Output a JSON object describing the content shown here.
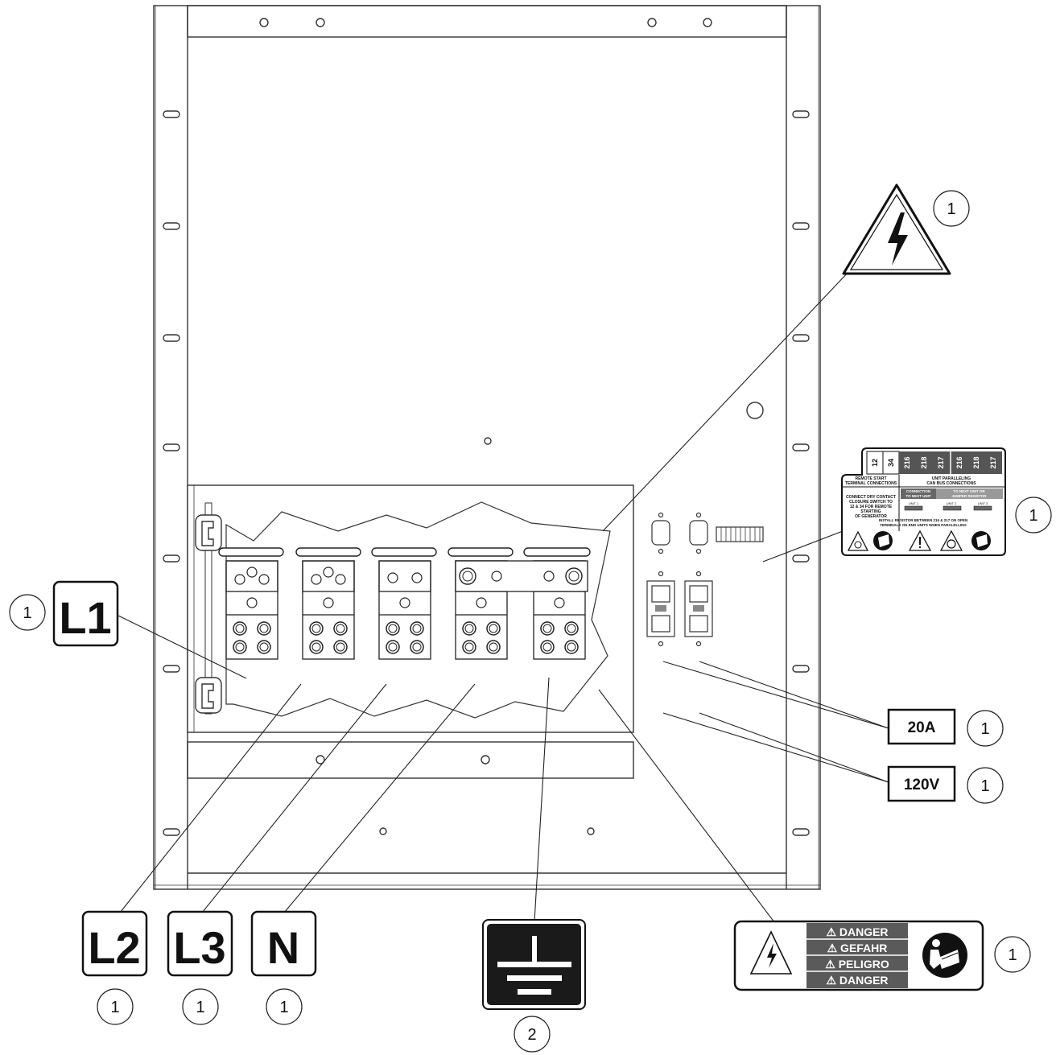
{
  "labels": {
    "l1": "L1",
    "l2": "L2",
    "l3": "L3",
    "n": "N",
    "amp": "20A",
    "volt": "120V"
  },
  "callouts": {
    "l1": "1",
    "l2": "1",
    "l3": "1",
    "n": "1",
    "ground": "2",
    "shock": "1",
    "terminal": "1",
    "amp": "1",
    "volt": "1",
    "danger": "1"
  },
  "danger_label": {
    "lines": [
      "⚠ DANGER",
      "⚠ GEFAHR",
      "⚠ PELIGRO",
      "⚠ DANGER"
    ]
  },
  "terminal_label": {
    "left_numbers": [
      "12",
      "34"
    ],
    "right_numbers": [
      "216",
      "218",
      "217",
      "216",
      "218",
      "217"
    ],
    "left_title": [
      "REMOTE START",
      "TERMINAL CONNECTIONS"
    ],
    "right_title": [
      "UNIT PARALLELING",
      "CAN BUS CONNECTIONS"
    ],
    "left_text": [
      "CONNECT DRY CONTACT",
      "CLOSURE SWITCH TO",
      "12 & 34 FOR REMOTE",
      "STARTING",
      "OF GENERATOR"
    ],
    "conn_next": [
      "CONNECTION",
      "TO NEXT UNIT"
    ],
    "jumper": [
      "TO NEXT UNIT OR",
      "JUMPER RESISTOR"
    ],
    "units": [
      "UNIT 1",
      "UNIT 2",
      "UNIT 3"
    ],
    "install_text": [
      "INSTALL RESISTOR BETWEEN 216 & 217 ON OPEN",
      "TERMINALS ON END UNITS WHEN PARALELLING"
    ]
  },
  "colors": {
    "line": "#222222",
    "label_dark": "#1a1a1a",
    "danger_grey": "#5a5a5a",
    "panel_fill": "#ffffff"
  },
  "icons": [
    "lightning-warning-icon",
    "ground-symbol-icon",
    "read-manual-icon",
    "warning-triangle-icon",
    "hot-surface-icon"
  ]
}
